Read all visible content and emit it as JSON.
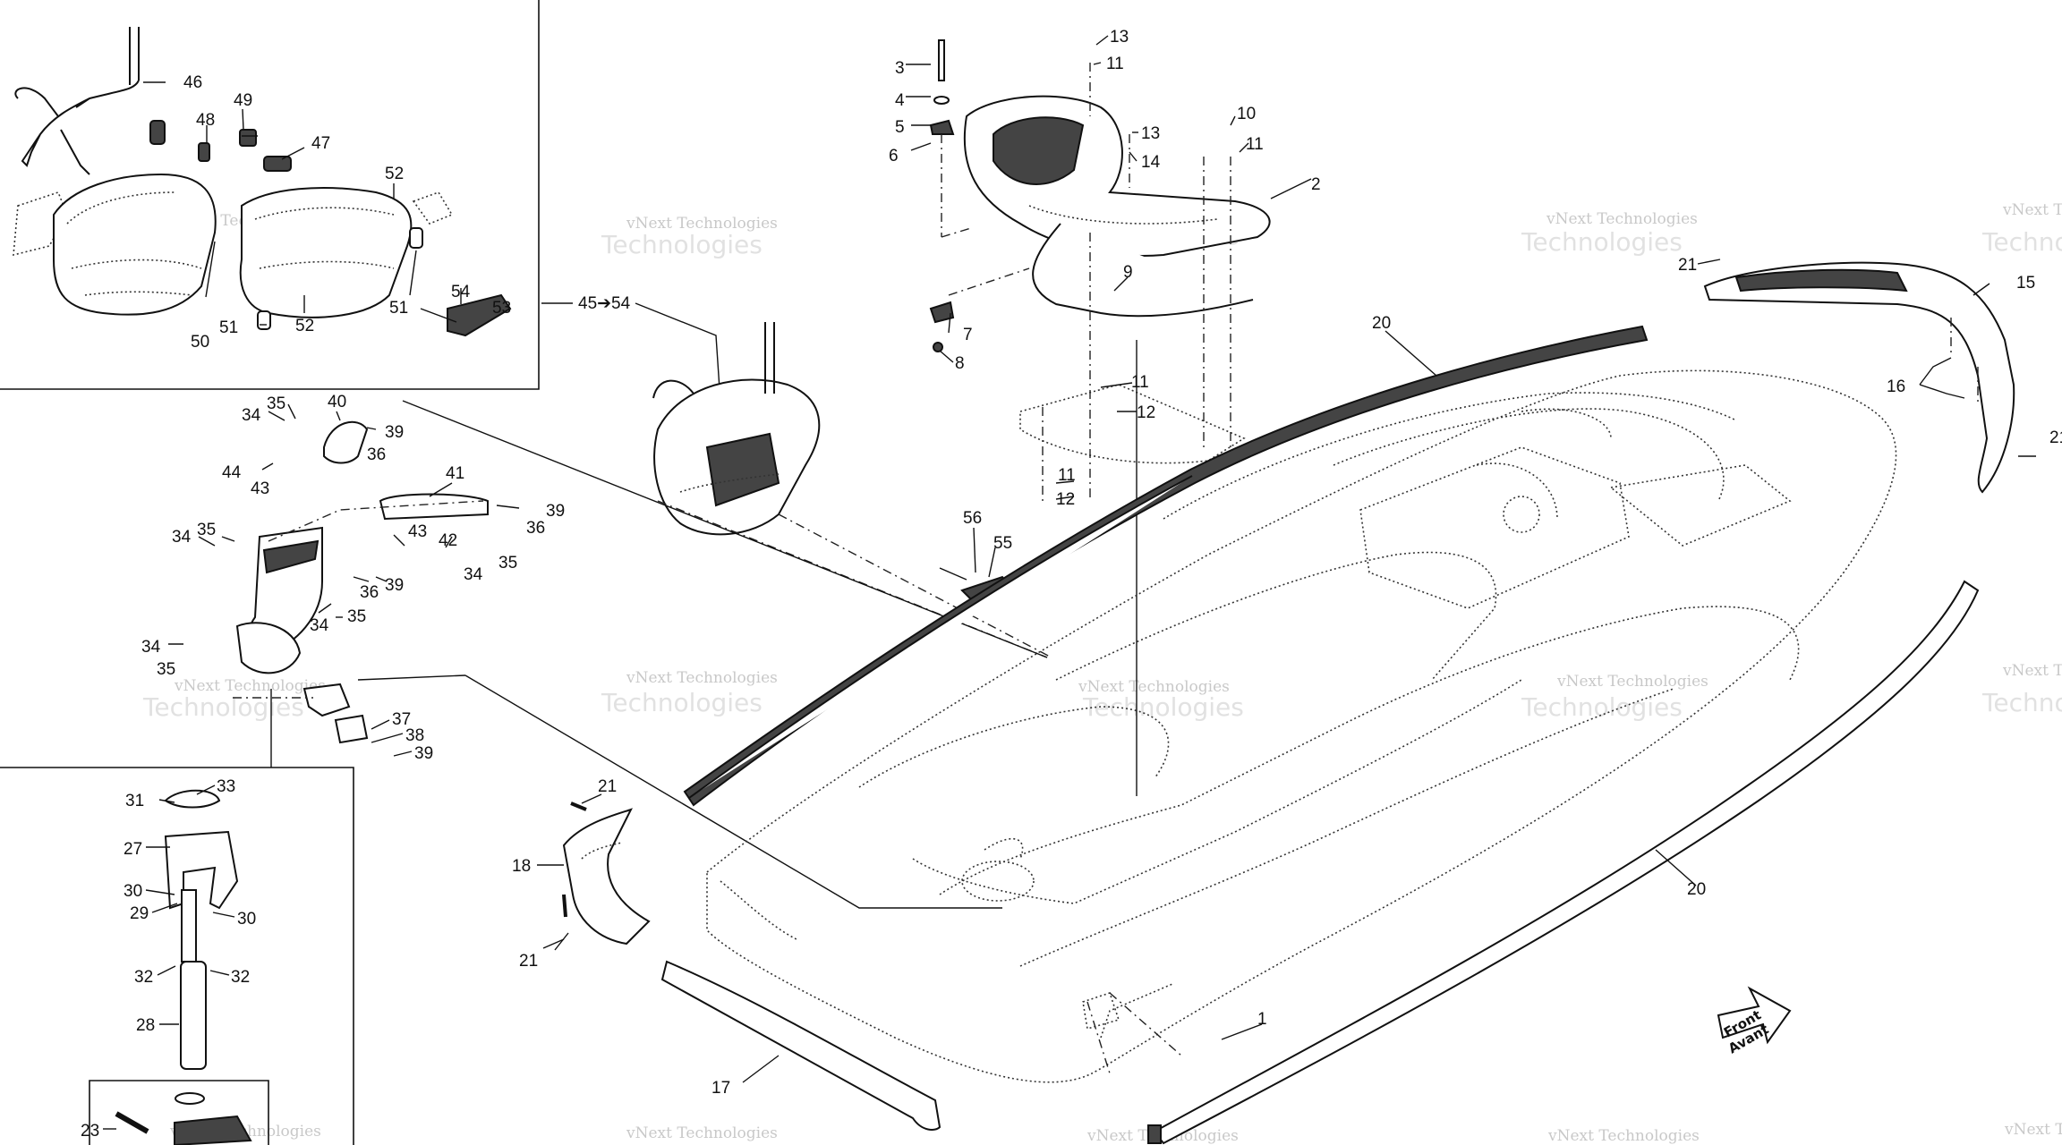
{
  "callouts": {
    "c1": "1",
    "c2": "2",
    "c3": "3",
    "c4": "4",
    "c5": "5",
    "c6": "6",
    "c7": "7",
    "c8": "8",
    "c9": "9",
    "c10": "10",
    "c11": "11",
    "c12": "12",
    "c13": "13",
    "c14": "14",
    "c15": "15",
    "c16": "16",
    "c17": "17",
    "c18": "18",
    "c20": "20",
    "c21": "21",
    "c23": "23",
    "c27": "27",
    "c28": "28",
    "c29": "29",
    "c30": "30",
    "c31": "31",
    "c32": "32",
    "c33": "33",
    "c34": "34",
    "c35": "35",
    "c36": "36",
    "c37": "37",
    "c38": "38",
    "c39": "39",
    "c40": "40",
    "c41": "41",
    "c42": "42",
    "c43": "43",
    "c44": "44",
    "c46": "46",
    "c47": "47",
    "c48": "48",
    "c49": "49",
    "c50": "50",
    "c51": "51",
    "c52": "52",
    "c53": "53",
    "c54": "54",
    "c55": "55",
    "c56": "56",
    "range_45_54": "45➔54"
  },
  "watermark": {
    "line1": "vNext Technologies",
    "line2": "Technologies"
  },
  "front_arrow": {
    "line1": "Front",
    "line2": "Avant"
  }
}
